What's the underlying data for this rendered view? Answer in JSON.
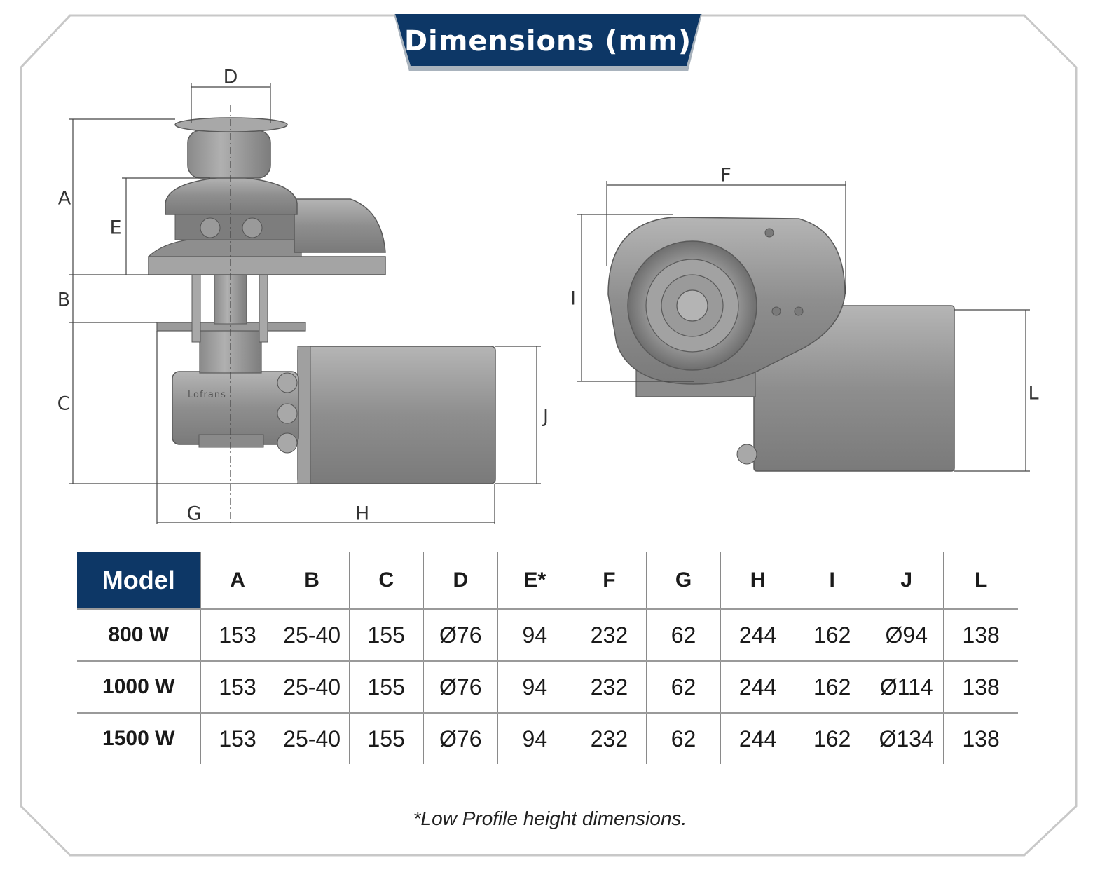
{
  "title": "Dimensions (mm)",
  "dimension_labels": {
    "a": "A",
    "b": "B",
    "c": "C",
    "d": "D",
    "e": "E",
    "f": "F",
    "g": "G",
    "h": "H",
    "i": "I",
    "j": "J",
    "l": "L"
  },
  "brand_mark": "Lofrans",
  "table": {
    "columns": [
      "Model",
      "A",
      "B",
      "C",
      "D",
      "E*",
      "F",
      "G",
      "H",
      "I",
      "J",
      "L"
    ],
    "rows": [
      [
        "800 W",
        "153",
        "25-40",
        "155",
        "Ø76",
        "94",
        "232",
        "62",
        "244",
        "162",
        "Ø94",
        "138"
      ],
      [
        "1000 W",
        "153",
        "25-40",
        "155",
        "Ø76",
        "94",
        "232",
        "62",
        "244",
        "162",
        "Ø114",
        "138"
      ],
      [
        "1500 W",
        "153",
        "25-40",
        "155",
        "Ø76",
        "94",
        "232",
        "62",
        "244",
        "162",
        "Ø134",
        "138"
      ]
    ]
  },
  "footnote": "*Low Profile height dimensions.",
  "colors": {
    "banner": "#0d3766",
    "frame": "#c8c8c8",
    "body_metal": "#9a9a9a"
  }
}
